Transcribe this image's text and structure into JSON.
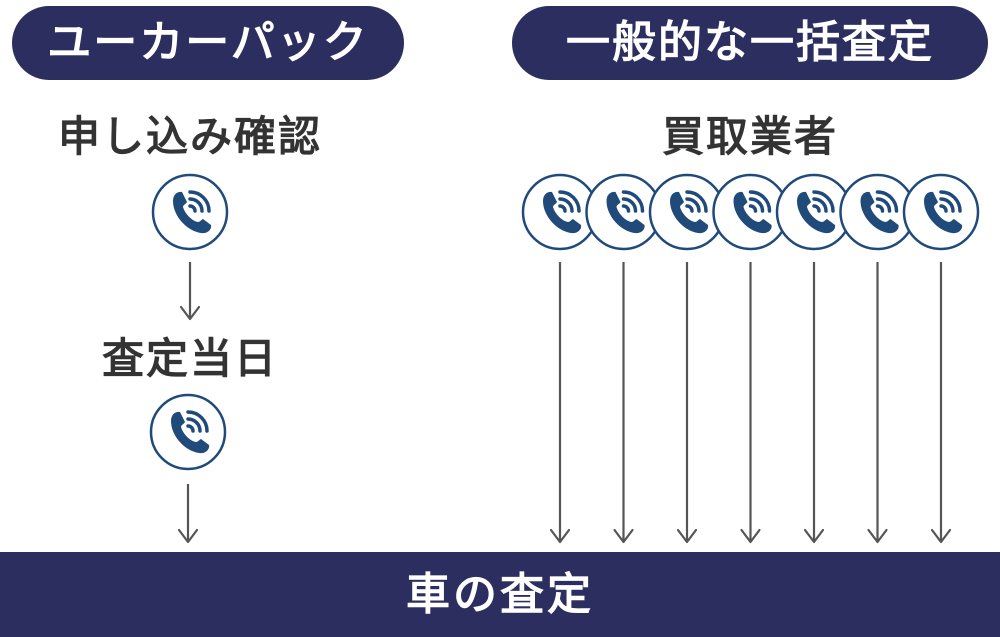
{
  "headers": {
    "left": "ユーカーパック",
    "right": "一般的な一括査定"
  },
  "labels": {
    "application": "申し込み確認",
    "assessment_day": "査定当日",
    "buyers": "買取業者"
  },
  "footer": {
    "label": "車の査定"
  },
  "icons": {
    "phone": "phone-call-icon",
    "arrow": "arrow-down-icon"
  },
  "colors": {
    "navy": "#2b2e5e",
    "icon_blue": "#1f4a7a",
    "text": "#333333",
    "arrow": "#555555"
  },
  "buyer_phone_count": 7
}
